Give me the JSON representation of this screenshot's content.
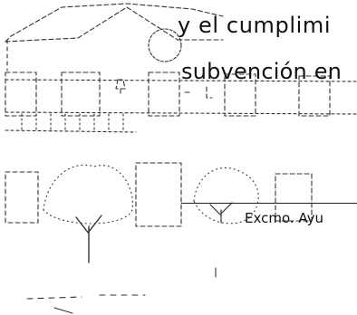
{
  "document": {
    "line_1": "y el cumplimi",
    "line_2": "subvención en",
    "caption": "Excmo. Ayu"
  },
  "illustration": {
    "subject": "house-with-trees-sketch"
  }
}
